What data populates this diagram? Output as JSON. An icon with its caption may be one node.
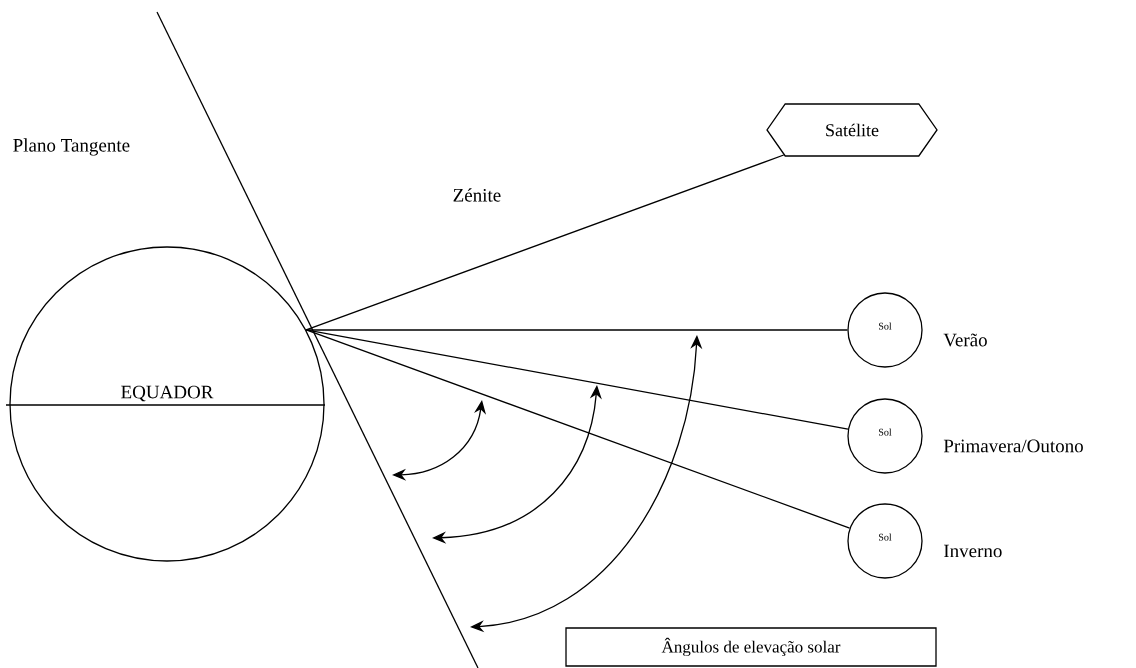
{
  "diagram": {
    "nodes": [
      {
        "text": [
          "EQUADOR"
        ]
      },
      {
        "text": [
          "Satélite"
        ]
      },
      {
        "text": [
          "Sol"
        ],
        "beside": [
          "Verão"
        ]
      },
      {
        "text": [
          "Sol"
        ],
        "beside": [
          "Primavera/Outono"
        ]
      },
      {
        "text": [
          "Sol"
        ],
        "beside": [
          "Inverno"
        ]
      },
      {
        "text": [
          "Ângulos de elevação solar"
        ]
      }
    ],
    "edges": [
      {
        "from": 0,
        "to": 1,
        "arrow": "none"
      },
      {
        "from": 0,
        "to": 2,
        "arrow": "none"
      },
      {
        "from": 0,
        "to": 3,
        "arrow": "none"
      },
      {
        "from": 0,
        "to": 4,
        "arrow": "none"
      }
    ],
    "labels": [
      "Plano Tangente",
      "Zénite"
    ]
  }
}
